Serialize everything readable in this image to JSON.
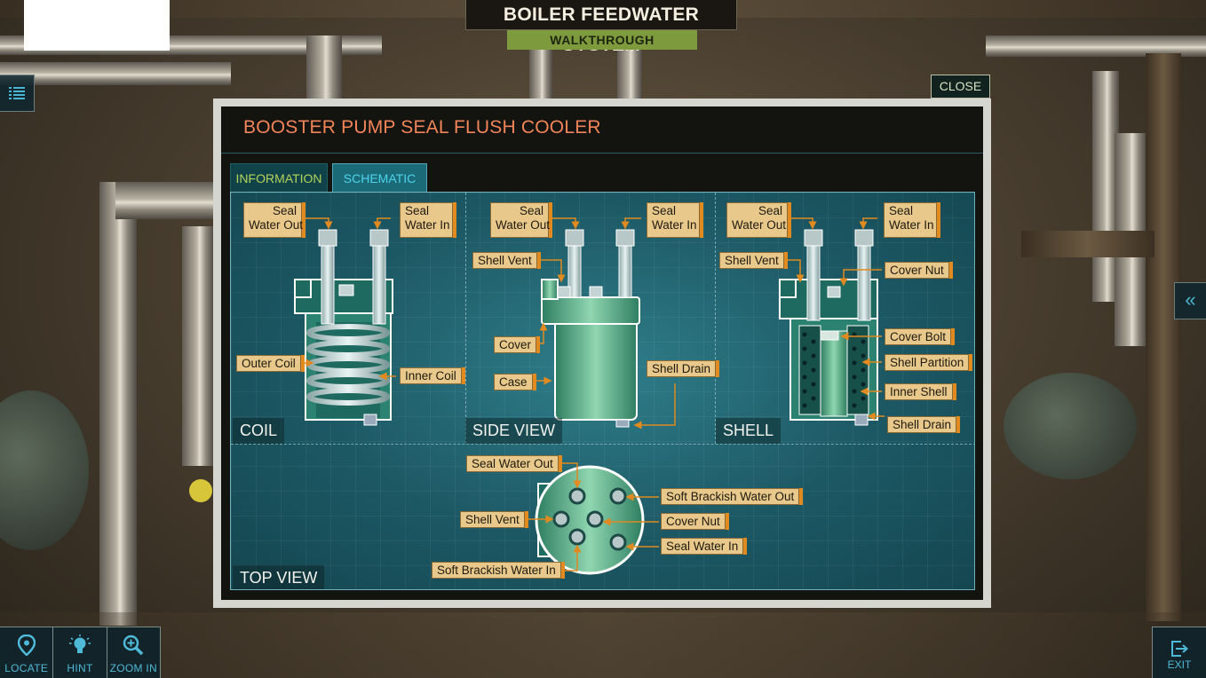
{
  "header": {
    "title": "BOILER FEEDWATER SYSTEM",
    "subtitle": "WALKTHROUGH"
  },
  "close_label": "CLOSE",
  "dialog": {
    "title": "BOOSTER PUMP SEAL FLUSH COOLER",
    "tabs": [
      {
        "label": "INFORMATION",
        "active": false
      },
      {
        "label": "SCHEMATIC",
        "active": true
      }
    ],
    "sections": {
      "coil": "COIL",
      "side_view": "SIDE VIEW",
      "shell": "SHELL",
      "top_view": "TOP VIEW"
    },
    "coil_callouts": {
      "seal_water_out_1": "Seal",
      "seal_water_out_2": "Water Out",
      "seal_water_in_1": "Seal",
      "seal_water_in_2": "Water In",
      "outer_coil": "Outer Coil",
      "inner_coil": "Inner Coil"
    },
    "side_callouts": {
      "seal_water_out_1": "Seal",
      "seal_water_out_2": "Water Out",
      "seal_water_in_1": "Seal",
      "seal_water_in_2": "Water In",
      "shell_vent": "Shell Vent",
      "cover": "Cover",
      "case": "Case",
      "shell_drain": "Shell Drain"
    },
    "shell_callouts": {
      "seal_water_out_1": "Seal",
      "seal_water_out_2": "Water Out",
      "seal_water_in_1": "Seal",
      "seal_water_in_2": "Water In",
      "shell_vent": "Shell Vent",
      "cover_nut": "Cover Nut",
      "cover_bolt": "Cover Bolt",
      "shell_partition": "Shell Partition",
      "inner_shell": "Inner Shell",
      "shell_drain": "Shell Drain"
    },
    "top_callouts": {
      "seal_water_out": "Seal Water Out",
      "shell_vent": "Shell Vent",
      "soft_brackish_water_in": "Soft Brackish Water In",
      "soft_brackish_water_out": "Soft Brackish Water Out",
      "cover_nut": "Cover Nut",
      "seal_water_in": "Seal Water In"
    }
  },
  "toolbar": {
    "locate": "LOCATE",
    "hint": "HINT",
    "zoom_in": "ZOOM IN",
    "exit": "EXIT"
  },
  "colors": {
    "accent": "#e08a1f",
    "callout_bg": "#e8c98b",
    "title": "#f2845a",
    "tab_active_text": "#4fd3ec",
    "tab_inactive_text": "#b3d35a"
  },
  "icons": [
    "list-icon",
    "double-chevron-left-icon",
    "locate-pin-icon",
    "lightbulb-icon",
    "zoom-in-icon",
    "exit-icon"
  ]
}
